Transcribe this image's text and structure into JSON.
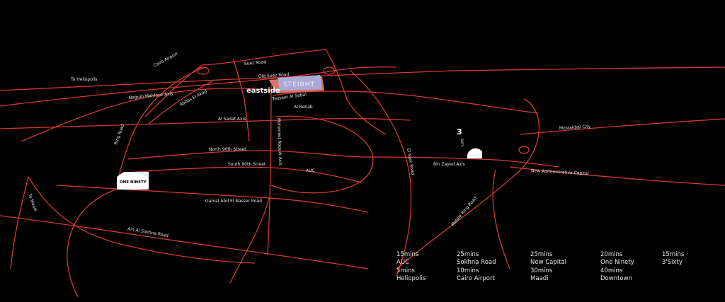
{
  "map": {
    "roads": {
      "to_heliopolis": "To Heliopolis",
      "cairo_airport": "Cairo Airport",
      "suez_road": "Suez Road",
      "old_suez_road": "Old Suez Road",
      "naguib_mahfouz": "Naguib Mahfouz Axis",
      "abbas_el_akad": "Abbas El Akad",
      "tesseen_al_sebai": "Tesseet Al Sebai",
      "al_rehab": "Al Rehab",
      "al_sadat_axis": "Al Sadat Axis",
      "ring_road": "Ring Road",
      "mohamed_naguib_axis": "Mohamed Naguib Axis",
      "north_90": "North 90th Street",
      "south_90": "South 90th Street",
      "auc": "AUC",
      "el_nasr": "El Nasr Road",
      "bin_zayed": "Bin Zayed Axis",
      "mostakbal": "Mostakbal City",
      "new_admin": "New Administrative Capital",
      "to_maadi": "To Maadi",
      "gamal_abd": "Gamal Abd El Nasser Road",
      "ain_sokhna": "Ain Al Sokhna Road",
      "middle_ring": "Middle Ring Road"
    },
    "landmarks": {
      "eastside": "eastside",
      "steibht": "STEIBHT",
      "one_ninety": "ONE NINETY",
      "three_sixty_num": "3",
      "three_sixty_word": "SIXTY"
    },
    "colors": {
      "road": "#d23a32",
      "background": "#000000",
      "steibht": "#a9a9d6"
    }
  },
  "legend": [
    {
      "time": "15mins",
      "place": "AUC"
    },
    {
      "time": "25mins",
      "place": "Sokhna Road"
    },
    {
      "time": "25mins",
      "place": "New Capital"
    },
    {
      "time": "20mins",
      "place": "One Ninety"
    },
    {
      "time": "15mins",
      "place": "3'Sixty"
    },
    {
      "time": "5mins",
      "place": "Heliopolis"
    },
    {
      "time": "10mins",
      "place": "Cairo Airport"
    },
    {
      "time": "30mins",
      "place": "Maadi"
    },
    {
      "time": "40mins",
      "place": "Downtown"
    }
  ]
}
